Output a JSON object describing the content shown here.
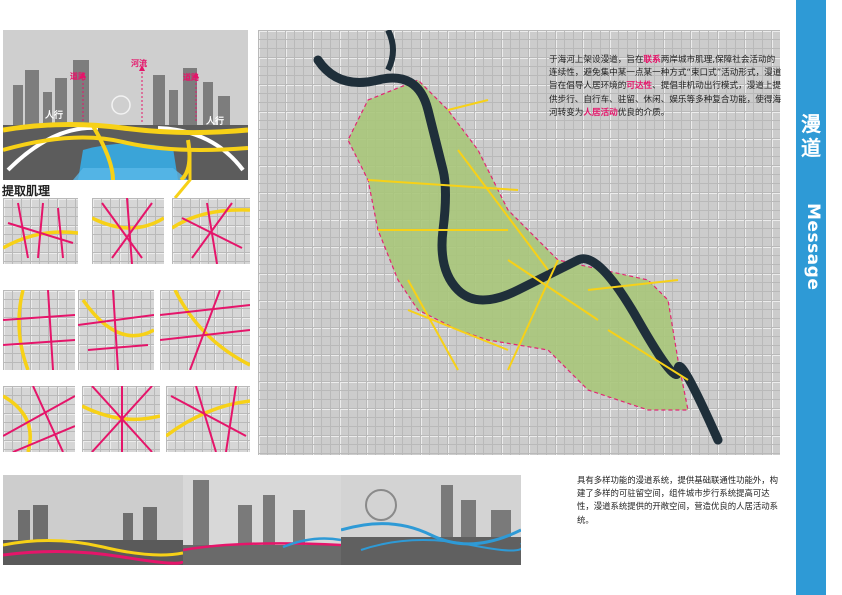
{
  "title": {
    "cn": "漫道",
    "en": "Message"
  },
  "top_photo": {
    "labels": {
      "road_left": "道路",
      "river": "河流",
      "road_right": "道路",
      "pedestrian_left": "人行",
      "pedestrian_right": "人行"
    }
  },
  "texture_section": {
    "title": "提取肌理"
  },
  "description_top": {
    "segments": [
      {
        "text": "于海河上架设漫道，旨在",
        "highlight": false
      },
      {
        "text": "联系",
        "highlight": true
      },
      {
        "text": "两岸城市肌理,保障社会活动的连续性，避免集中某一点某一种方式“束口式”活动形式，漫道旨在倡导人居环境的",
        "highlight": false
      },
      {
        "text": "可达性",
        "highlight": true
      },
      {
        "text": "、提倡非机动出行模式，漫道上提供步行、自行车、驻留、休闲、娱乐等多种复合功能，使得海河转变为",
        "highlight": false
      },
      {
        "text": "人居活动",
        "highlight": true
      },
      {
        "text": "优良的介质。",
        "highlight": false
      }
    ]
  },
  "description_bottom": {
    "text": "具有多样功能的漫道系统，提供基础联通性功能外，构建了多样的可驻留空间，组件城市步行系统提高可达性，漫道系统提供的开敞空间，营造优良的人居活动系统。"
  },
  "colors": {
    "accent_blue": "#2e9ad6",
    "road_yellow": "#f7d117",
    "path_pink": "#e5156a",
    "river_dark": "#1f2f3a",
    "green_zone": "#a9c77a"
  }
}
